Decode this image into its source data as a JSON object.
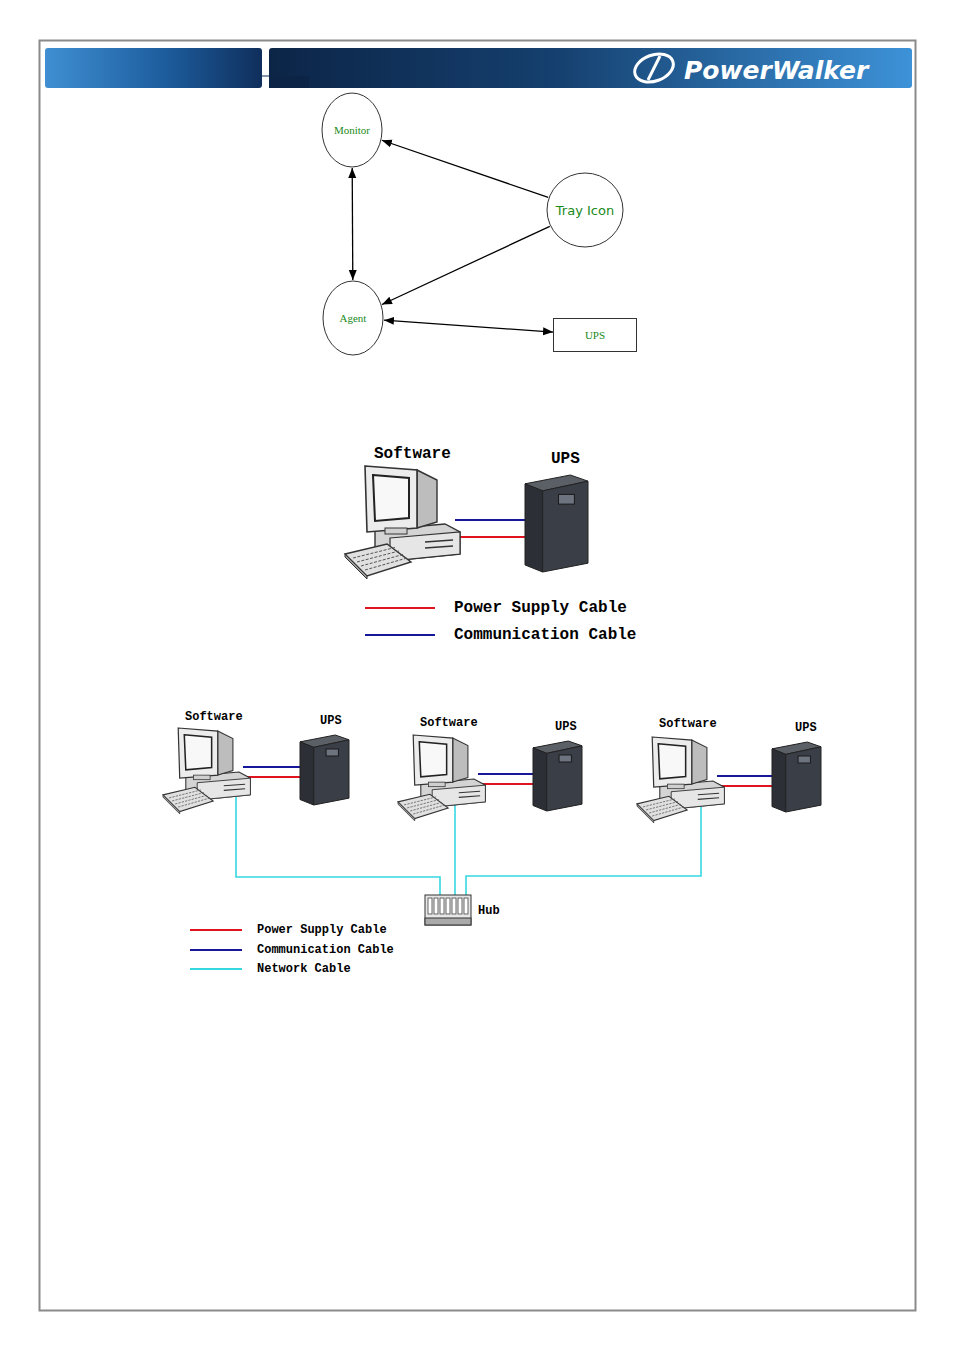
{
  "diagram": {
    "nodes": [
      {
        "text": [
          "Monitor"
        ]
      },
      {
        "text": [
          "Tray Icon"
        ]
      },
      {
        "text": [
          "Agent"
        ]
      },
      {
        "text": [
          "UPS"
        ]
      }
    ],
    "edges": [
      {
        "from": 1,
        "to": 0,
        "arrow": "to"
      },
      {
        "from": 1,
        "to": 2,
        "arrow": "to"
      },
      {
        "from": 0,
        "to": 2,
        "arrow": "both"
      },
      {
        "from": 2,
        "to": 3,
        "arrow": "both"
      }
    ],
    "labels": [
      "PowerWalker",
      "Software",
      "UPS",
      "Software",
      "UPS",
      "Software",
      "UPS",
      "Software",
      "UPS",
      "Hub"
    ],
    "legend": [
      {
        "text": "Power Supply Cable"
      },
      {
        "text": "Communication Cable"
      },
      {
        "text": "Power Supply Cable"
      },
      {
        "text": "Communication Cable"
      },
      {
        "text": "Network Cable"
      }
    ]
  }
}
